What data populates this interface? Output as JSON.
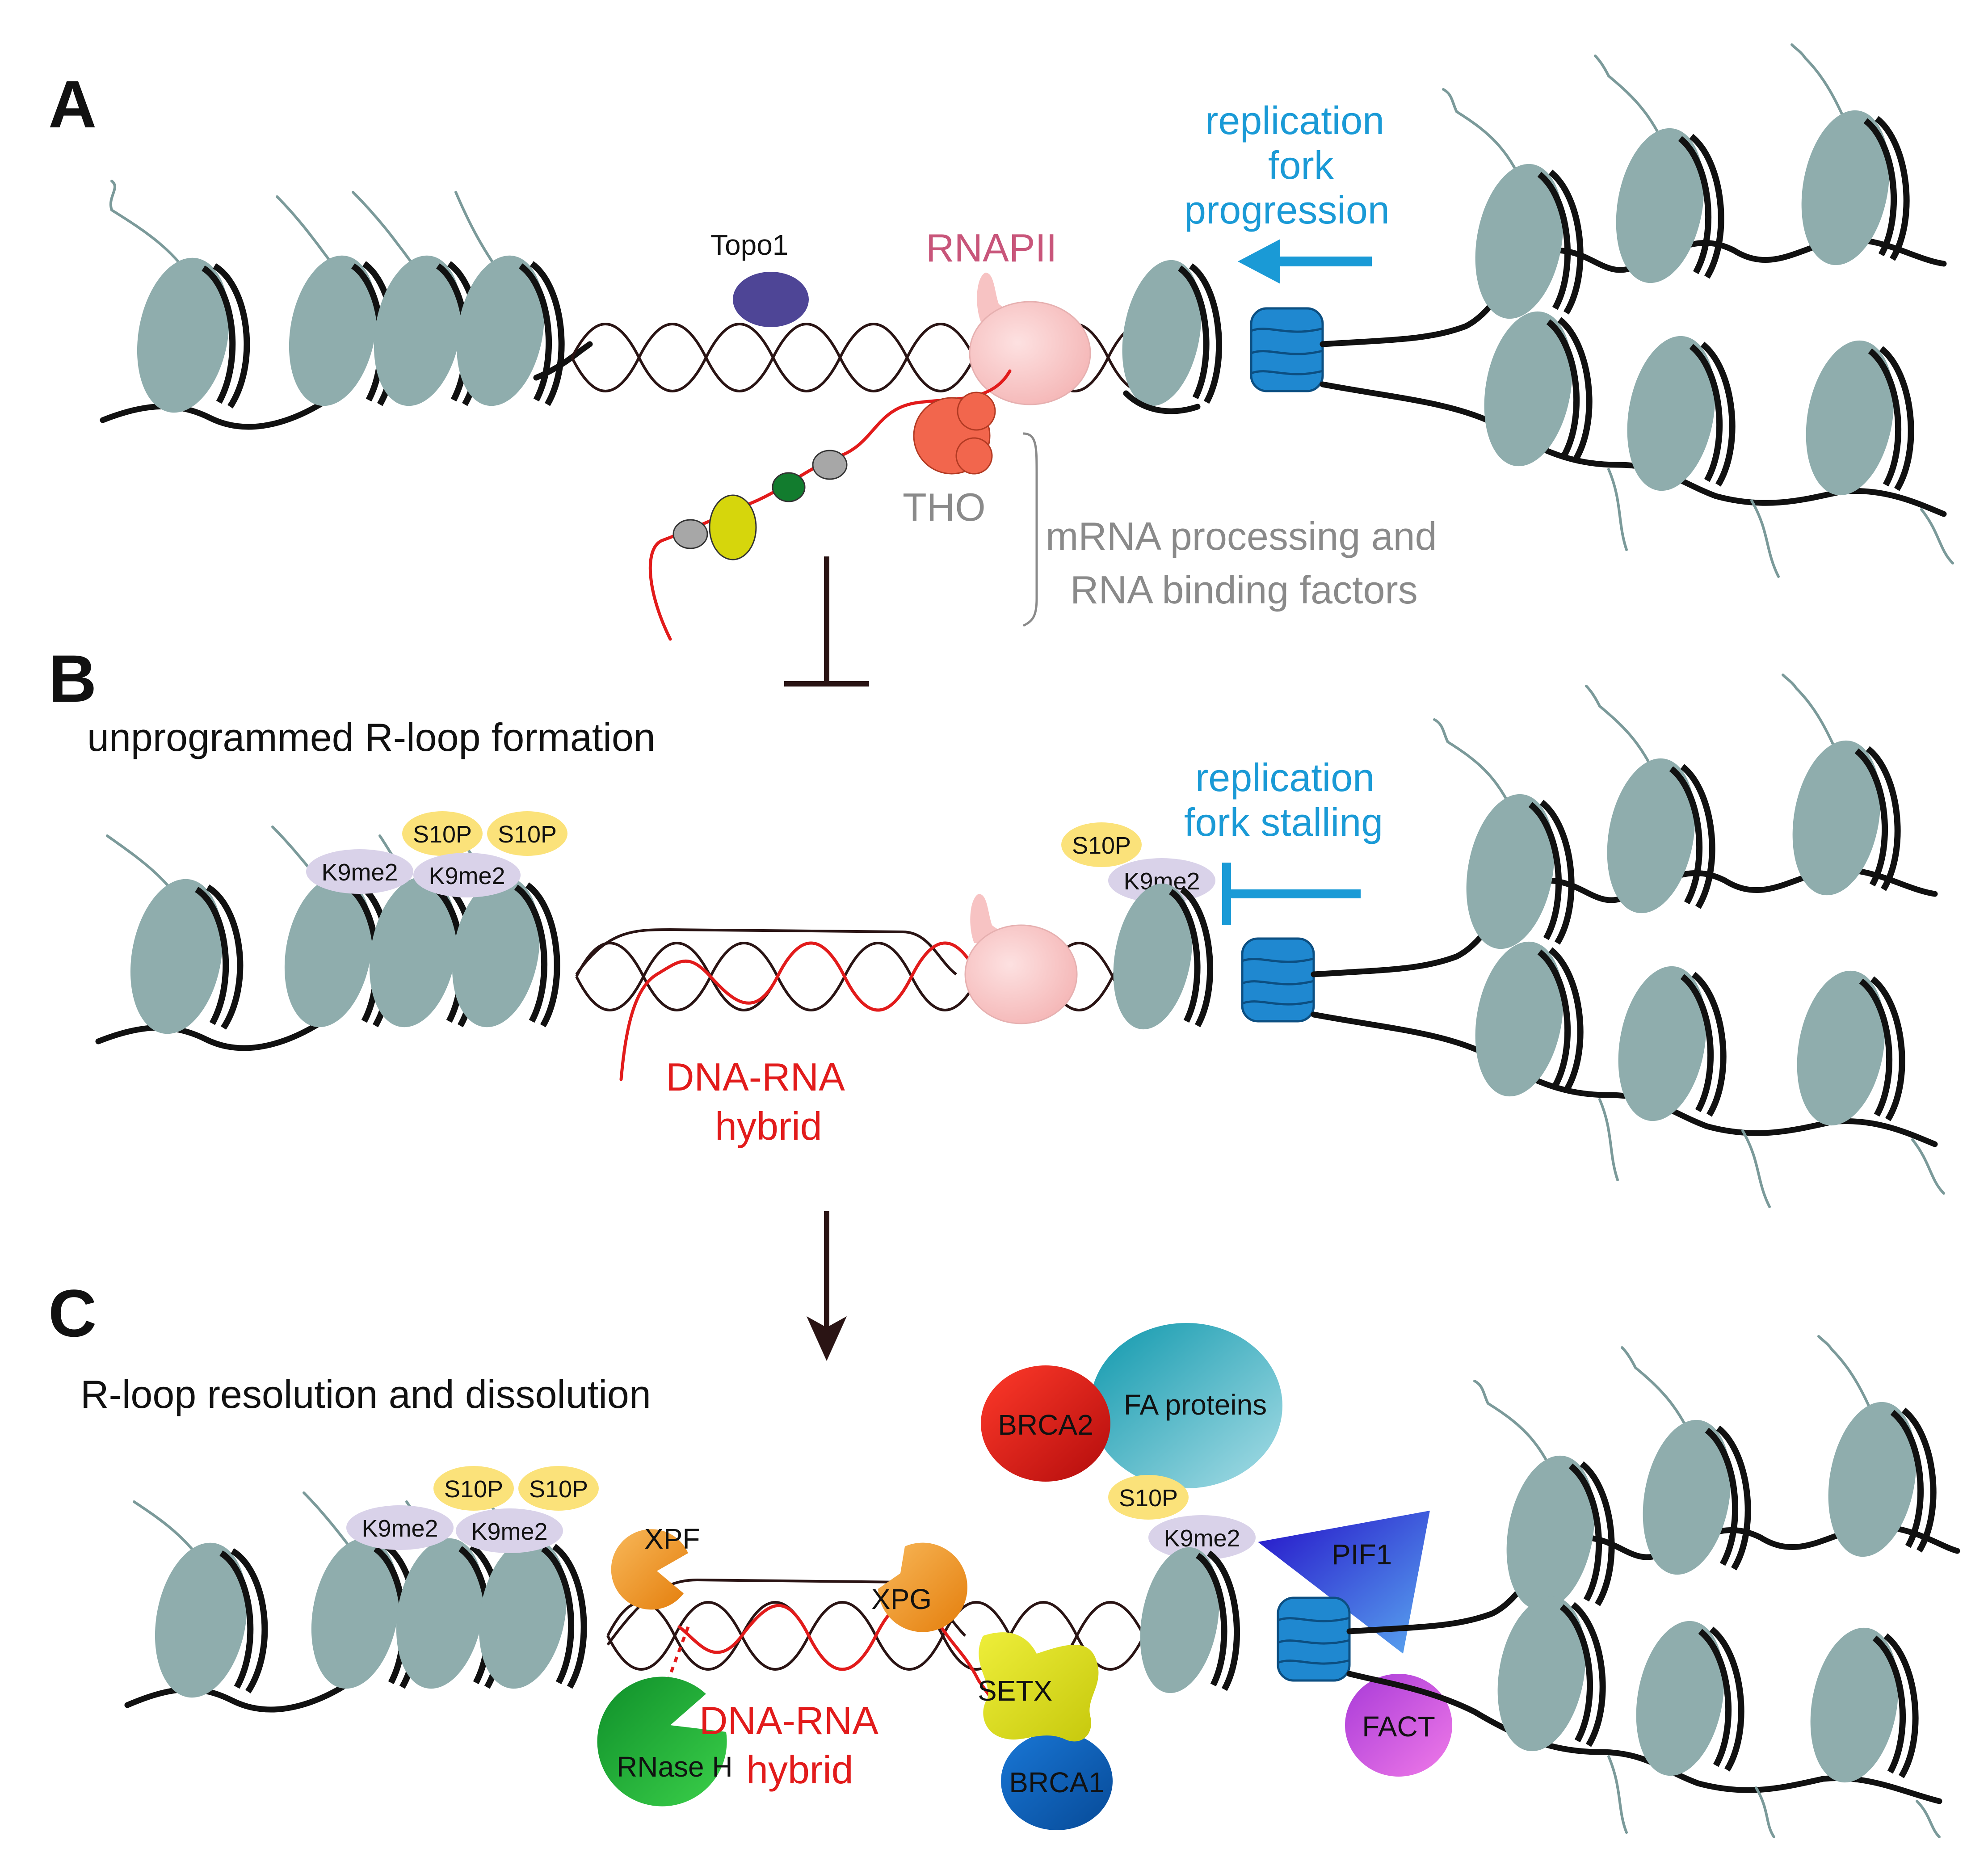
{
  "panels": {
    "a": {
      "letter": "A",
      "topo1": "Topo1",
      "rnapii": "RNAPII",
      "tho": "THO",
      "fork_line1": "replication",
      "fork_line2": "fork",
      "fork_line3": "progression",
      "mrna_line1": "mRNA processing and",
      "mrna_line2": "RNA binding factors"
    },
    "b": {
      "letter": "B",
      "caption": "unprogrammed R-loop formation",
      "s10p_1": "S10P",
      "s10p_2": "S10P",
      "s10p_3": "S10P",
      "k9me2_1": "K9me2",
      "k9me2_2": "K9me2",
      "k9me2_3": "K9me2",
      "fork_line1": "replication",
      "fork_line2": "fork stalling",
      "hybrid_line1": "DNA-RNA",
      "hybrid_line2": "hybrid"
    },
    "c": {
      "letter": "C",
      "caption": "R-loop resolution and dissolution",
      "s10p_1": "S10P",
      "s10p_2": "S10P",
      "s10p_3": "S10P",
      "k9me2_1": "K9me2",
      "k9me2_2": "K9me2",
      "k9me2_3": "K9me2",
      "brca2": "BRCA2",
      "fa_proteins": "FA proteins",
      "xpf": "XPF",
      "xpg": "XPG",
      "pif1": "PIF1",
      "setx": "SETX",
      "brca1": "BRCA1",
      "rnase_h": "RNase H",
      "fact": "FACT",
      "hybrid_line1": "DNA-RNA",
      "hybrid_line2": "hybrid"
    }
  },
  "colors": {
    "nucleosome": "#8fadad",
    "fork": "#1a9ad6",
    "rna": "#e21b1b",
    "topo1": "#4e4596",
    "rnapii": "#f7c3c3",
    "rnapii_label": "#c8557a",
    "tho": "#f2664d",
    "gray_label": "#8a8a8a",
    "helicase": "#1f88d0",
    "s10p": "#fbe27a",
    "k9me2": "#d9d2e9",
    "brca2": "#d01414",
    "fa": "#14a3b5",
    "xpf_xpg": "#f29a2e",
    "setx": "#d9d916",
    "brca1": "#0a5bb2",
    "rnase_h": "#1ba032",
    "fact": "#c94fe0",
    "pif1": "#2d37e8"
  }
}
